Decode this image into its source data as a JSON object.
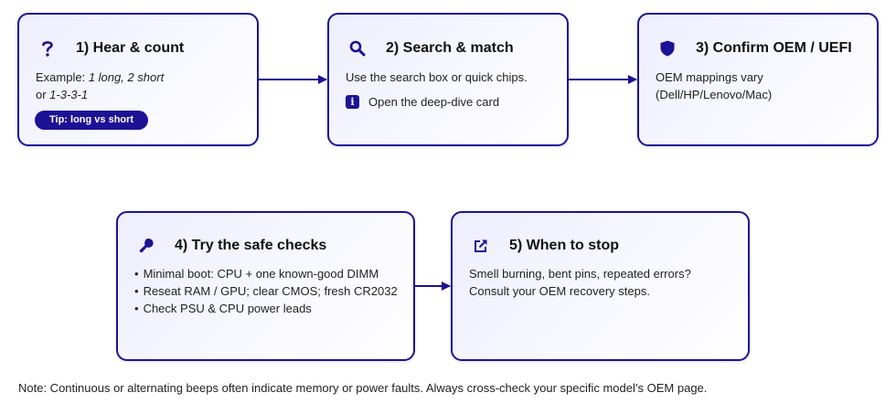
{
  "steps": [
    {
      "title": "1) Hear & count",
      "icon": "question-icon",
      "body_prefix": "Example: ",
      "body_em1": "1 long, 2 short",
      "body_line2_prefix": "or ",
      "body_em2": "1-3-3-1",
      "chip": "Tip: long vs short"
    },
    {
      "title": "2) Search & match",
      "icon": "search-icon",
      "body": "Use the search box or quick chips.",
      "info_link": "Open the deep-dive card",
      "info_icon": "info-icon"
    },
    {
      "title": "3) Confirm OEM / UEFI",
      "icon": "shield-icon",
      "body_line1": "OEM mappings vary",
      "body_line2": "(Dell/HP/Lenovo/Mac)"
    },
    {
      "title": "4) Try the safe checks",
      "icon": "probe-icon",
      "items": [
        "Minimal boot: CPU + one known-good DIMM",
        "Reseat RAM / GPU; clear CMOS; fresh CR2032",
        "Check PSU & CPU power leads"
      ]
    },
    {
      "title": "5) When to stop",
      "icon": "external-link-icon",
      "body_line1": "Smell burning, bent pins, repeated errors?",
      "body_line2": "Consult your OEM recovery steps."
    }
  ],
  "note": "Note: Continuous or alternating beeps often indicate memory or power faults. Always cross-check your specific model’s OEM page.",
  "colors": {
    "accent": "#1c1295",
    "card_bg_start": "#eeeefd",
    "text": "#222222"
  }
}
